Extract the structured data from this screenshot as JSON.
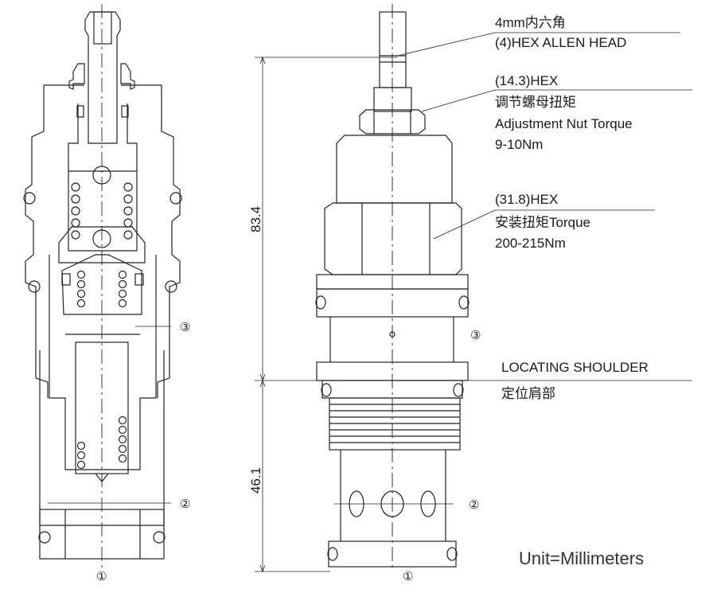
{
  "labels": {
    "allen_cn": "4mm内六角",
    "allen_en": "(4)HEX ALLEN HEAD",
    "nut_hex": "(14.3)HEX",
    "nut_cn": "调节螺母扭矩",
    "nut_en": "Adjustment Nut Torque",
    "nut_torque": "9-10Nm",
    "body_hex": "(31.8)HEX",
    "body_torque_label": "安装扭矩Torque",
    "body_torque": "200-215Nm",
    "shoulder_en": "LOCATING SHOULDER",
    "shoulder_cn": "定位肩部",
    "unit": "Unit=Millimeters"
  },
  "dimensions": {
    "upper": "83.4",
    "lower": "46.1"
  },
  "ports": {
    "p1": "①",
    "p2": "②",
    "p3": "③"
  }
}
